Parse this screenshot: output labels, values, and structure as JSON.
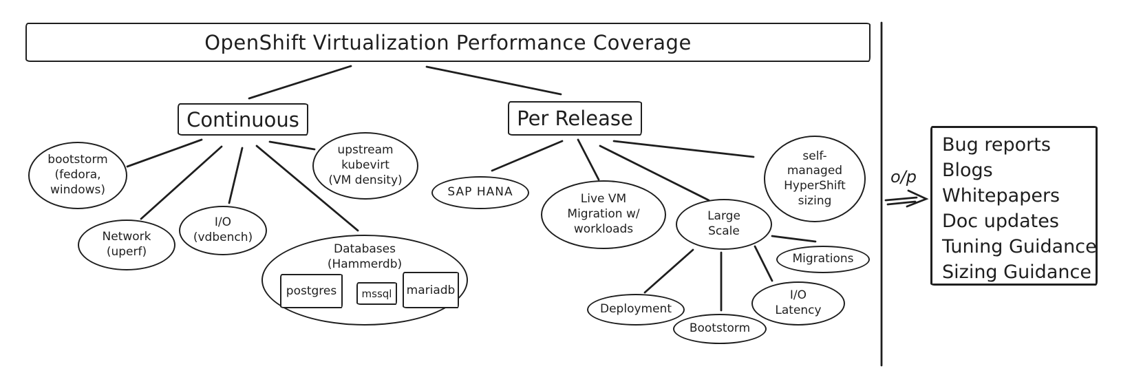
{
  "title": {
    "text": "OpenShift Virtualization Performance Coverage"
  },
  "branches": {
    "continuous": {
      "label": "Continuous"
    },
    "per_release": {
      "label": "Per Release"
    }
  },
  "nodes": {
    "bootstorm_vms": "bootstorm\n(fedora,\nwindows)",
    "network": "Network\n(uperf)",
    "io_vdbench": "I/O\n(vdbench)",
    "upstream_kubevirt": "upstream\nkubevirt\n(VM density)",
    "sap_hana": "SAP HANA",
    "live_vm_migration": "Live VM\nMigration w/\nworkloads",
    "large_scale": "Large\nScale",
    "hypershift_sizing": "self-\nmanaged\nHyperShift\nsizing",
    "migrations": "Migrations",
    "deployment": "Deployment",
    "bootstorm_scale": "Bootstorm",
    "io_latency": "I/O\nLatency"
  },
  "databases": {
    "label": "Databases\n(Hammerdb)",
    "items": [
      "postgres",
      "mssql",
      "mariadb"
    ]
  },
  "output": {
    "arrow_label": "o/p",
    "items": [
      "Bug reports",
      "Blogs",
      "Whitepapers",
      "Doc updates",
      "Tuning Guidance",
      "Sizing Guidance"
    ]
  }
}
